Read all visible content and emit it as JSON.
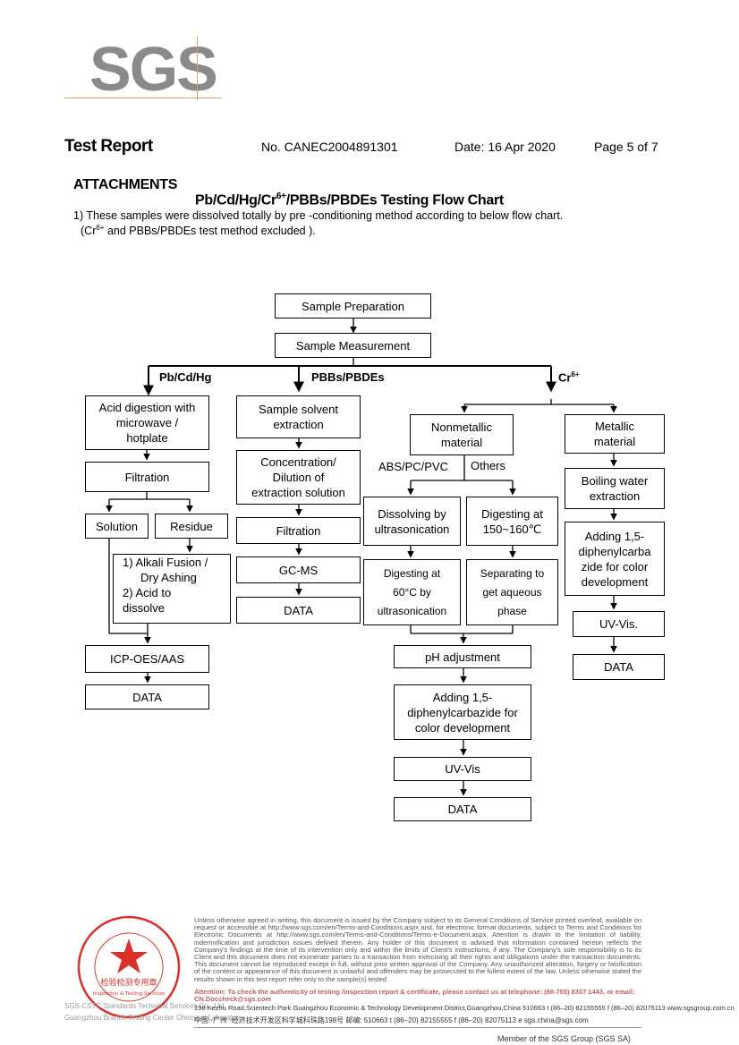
{
  "logo": {
    "text": "SGS"
  },
  "header": {
    "title": "Test Report",
    "report_no": "No. CANEC2004891301",
    "date": "Date: 16 Apr 2020",
    "page": "Page 5 of 7"
  },
  "attachments_label": "ATTACHMENTS",
  "chart_title": {
    "pre": "Pb/Cd/Hg/Cr",
    "sup": "6+",
    "post": "/PBBs/PBDEs Testing Flow Chart"
  },
  "intro": {
    "line1": "1) These samples were dissolved totally by pre -conditioning method according to below flow chart.",
    "line2_pre": "(Cr",
    "line2_sup": "6+",
    "line2_post": " and PBBs/PBDEs  test method excluded )."
  },
  "flow": {
    "sample_preparation": "Sample Preparation",
    "sample_measurement": "Sample Measurement",
    "branch_pbcdhg": "Pb/Cd/Hg",
    "branch_pbbs": "PBBs/PBDEs",
    "branch_cr": "Cr",
    "branch_cr_sup": "6+",
    "metals": {
      "acid_digestion": [
        "Acid digestion with",
        "microwave /",
        "hotplate"
      ],
      "filtration": "Filtration",
      "solution": "Solution",
      "residue": "Residue",
      "alkali": [
        "1) Alkali Fusion /",
        "Dry Ashing",
        "2) Acid to",
        "dissolve"
      ],
      "icp": "ICP-OES/AAS",
      "data": "DATA"
    },
    "pbbs": {
      "solvent": [
        "Sample solvent",
        "extraction"
      ],
      "concentration": [
        "Concentration/",
        "Dilution of",
        "extraction solution"
      ],
      "filtration": "Filtration",
      "gcms": "GC-MS",
      "data": "DATA"
    },
    "cr": {
      "nonmetallic": [
        "Nonmetallic",
        "material"
      ],
      "metallic": [
        "Metallic",
        "material"
      ],
      "abs": "ABS/PC/PVC",
      "others": "Others",
      "dissolving": [
        "Dissolving by",
        "ultrasonication"
      ],
      "digesting_150": [
        "Digesting at",
        "150~160℃"
      ],
      "digesting_60": [
        "Digesting at",
        "60°C by",
        "ultrasonication"
      ],
      "separating": [
        "Separating to",
        "get aqueous",
        "phase"
      ],
      "ph": "pH adjustment",
      "adding_center": [
        "Adding 1,5-",
        "diphenylcarbazide for",
        "color development"
      ],
      "uvvis_center": "UV-Vis",
      "data_center": "DATA",
      "boiling": [
        "Boiling water",
        "extraction"
      ],
      "adding_right": [
        "Adding 1,5-",
        "diphenylcarba",
        "zide for color",
        "development"
      ],
      "uvvis_right": "UV-Vis.",
      "data_right": "DATA"
    }
  },
  "footer": {
    "seal_text": "检验检测专用章",
    "seal_sub": "Inspection & Testing Services",
    "seal_caption1": "SGS-CSTC Standards Technical Services Co., Ltd.",
    "seal_caption2": "Guangzhou Branch Testing Center Chemical Laboratory",
    "fine_print": "Unless otherwise agreed in writing, this document is issued by the Company subject to its General Conditions of Service printed overleaf, available on request or accessible at http://www.sgs.com/en/Terms-and-Conditions.aspx and, for electronic format documents, subject to Terms and Conditions for Electronic Documents at http://www.sgs.com/en/Terms-and-Conditions/Terms-e-Document.aspx. Attention is drawn to the limitation of liability, indemnification and jurisdiction issues defined therein. Any holder of this document is advised that information contained hereon reflects the Company's findings at the time of its intervention only and within the limits of Client's instructions, if any. The Company's sole responsibility is to its Client and this document does not exonerate parties to a transaction from exercising all their rights and obligations under the transaction documents. This document cannot be reproduced except in full, without prior written approval of the Company. Any unauthorized alteration, forgery or falsification of the content or appearance of this document is unlawful and offenders may be prosecuted to the fullest extent of the law. Unless otherwise stated the results shown in this test report refer only to the sample(s) tested .",
    "attention": "Attention: To check the authenticity of testing /inspection report & certificate, please contact us at telephone: (86-755) 8307 1443, or email: CN.Doccheck@sgs.com",
    "addr1": "198 Kezhu Road,Scientech Park Guangzhou Economic & Technology Development District,Guangzhou,China  510663   t (86–20) 82155555   f (86–20) 82075113   www.sgsgroup.com.cn",
    "addr2": "中国 ·广州 ·经济技术开发区科学城科珠路198号          邮编: 510663   t (86–20) 82155555   f (86–20) 82075113   e  sgs.china@sgs.com",
    "member": "Member of the SGS Group (SGS SA)"
  },
  "colors": {
    "seal_red": "#d8302a",
    "logo_gray": "#8a8a8a",
    "logo_gold": "#c8a46a"
  }
}
